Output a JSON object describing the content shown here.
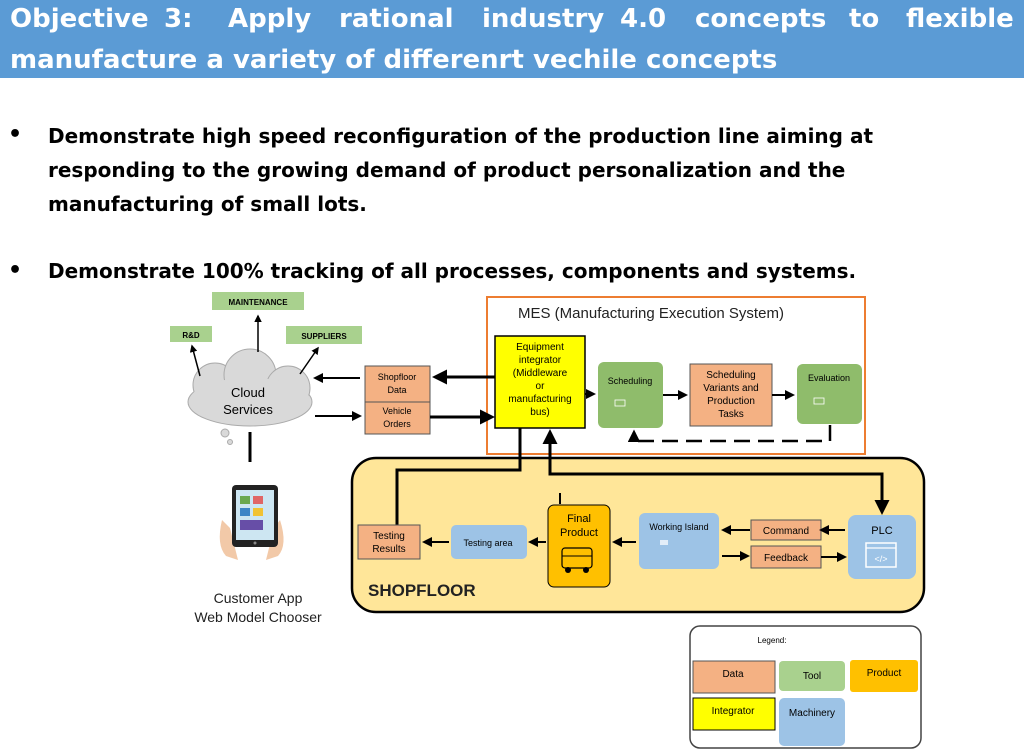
{
  "title": {
    "line1": [
      "Objective",
      "3:",
      "Apply",
      "rational",
      "industry",
      "4.0",
      "concepts",
      "to",
      "flexible"
    ],
    "line2": "manufacture a variety of differenrt vechile concepts"
  },
  "bullets": [
    [
      "Demonstrate high speed reconfiguration of the production line aiming at",
      "responding to the growing demand of product personalization and the",
      "manufacturing of small lots."
    ],
    [
      "Demonstrate 100% tracking of all processes, components and systems."
    ]
  ],
  "diagram": {
    "maintenance": "MAINTENANCE",
    "rnd": "R&D",
    "suppliers": "SUPPLIERS",
    "cloud": [
      "Cloud",
      "Services"
    ],
    "shopfloor_data": [
      "Shopfloor",
      "Data"
    ],
    "vehicle_orders": [
      "Vehicle",
      "Orders"
    ],
    "mes_title": "MES (Manufacturing Execution System)",
    "integrator": [
      "Equipment",
      "integrator",
      "(Middleware",
      "or",
      "manufacturing",
      "bus)"
    ],
    "scheduling": "Scheduling",
    "sched_variants": [
      "Scheduling",
      "Variants and",
      "Production",
      "Tasks"
    ],
    "evaluation": "Evaluation",
    "testing_results": [
      "Testing",
      "Results"
    ],
    "testing_area": "Testing area",
    "final_product": [
      "Final",
      "Product"
    ],
    "working_island": "Working Island",
    "command": "Command",
    "feedback": "Feedback",
    "plc": "PLC",
    "shopfloor": "SHOPFLOOR",
    "customer_app": [
      "Customer App",
      "Web Model Chooser"
    ]
  },
  "legend": {
    "title": "Legend:",
    "data": "Data",
    "tool": "Tool",
    "product": "Product",
    "integrator": "Integrator",
    "machinery": "Machinery"
  },
  "colors": {
    "banner": "#5b9bd5",
    "data": "#f4b183",
    "tool": "#a9d18e",
    "tool_box": "#8fbc6b",
    "product": "#ffc000",
    "integrator": "#ffff00",
    "machinery": "#9dc3e6",
    "shopfloor": "#ffe699",
    "mes_border": "#ed7d31",
    "labels": "#a9d18e"
  }
}
